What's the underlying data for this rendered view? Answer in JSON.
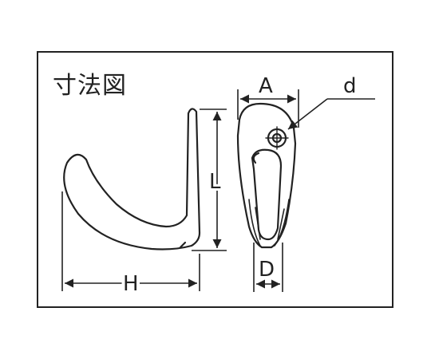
{
  "diagram": {
    "title": "寸法図",
    "labels": {
      "A": "A",
      "d": "d",
      "L": "L",
      "H": "H",
      "D": "D"
    },
    "colors": {
      "line": "#222222",
      "background": "#ffffff"
    }
  }
}
